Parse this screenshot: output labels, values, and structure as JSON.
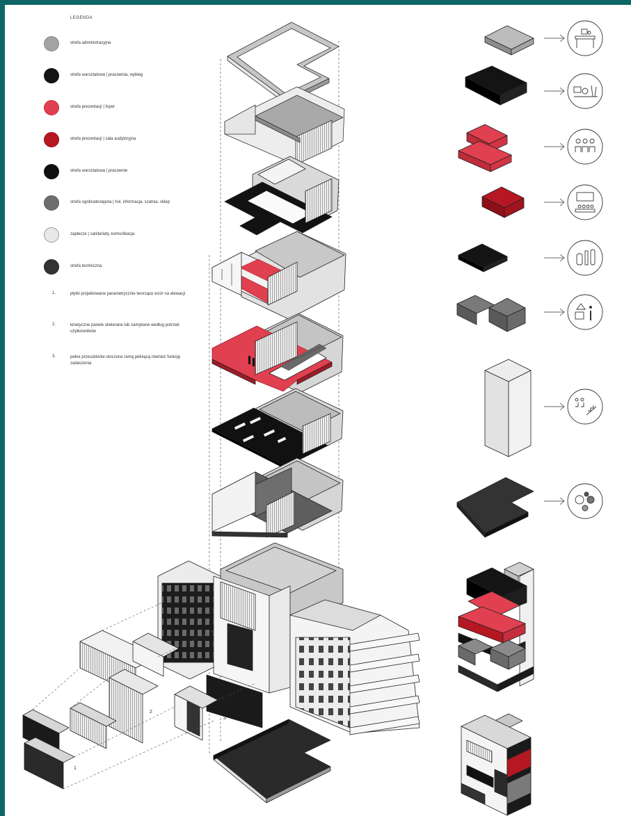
{
  "legend": {
    "title": "LEGENDA",
    "items": [
      {
        "label": "strefa administracyjna",
        "color": "#a3a3a3",
        "border": "#8a8a8a"
      },
      {
        "label": "strefa warsztatowa | pracownia, wybieg",
        "color": "#141414",
        "border": "#141414"
      },
      {
        "label": "strefa prezentacji | foyer",
        "color": "#e0404f",
        "border": "#c8303e"
      },
      {
        "label": "strefa prezentacji | sala audytoryjna",
        "color": "#b51823",
        "border": "#9a121b"
      },
      {
        "label": "strefa warsztatowa | pracownie",
        "color": "#101010",
        "border": "#101010"
      },
      {
        "label": "strefa ogólnodostępna | hol, informacja, szatnia, sklep",
        "color": "#6e6e6e",
        "border": "#5a5a5a"
      },
      {
        "label": "zaplecze | sanitariaty, komunikacja",
        "color": "#e8e8e8",
        "border": "#9a9a9a"
      },
      {
        "label": "strefa techniczna",
        "color": "#333333",
        "border": "#222222"
      }
    ],
    "notes": [
      {
        "num": "1.",
        "text": "płytki projektowane parametrycznie tworzące wzór na elewacji"
      },
      {
        "num": "2.",
        "text": "kinetyczne panele otwierane lub zamykane według potrzeb użytkowników"
      },
      {
        "num": "3.",
        "text": "pełne przeszklenie otoczone ramą pełniącą również funkcję zadaszenia"
      }
    ]
  },
  "facade_labels": [
    "1",
    "2",
    "3"
  ],
  "colors": {
    "admin": "#a3a3a3",
    "workshop": "#141414",
    "foyer": "#e0404f",
    "auditorium": "#b51823",
    "public": "#6e6e6e",
    "service": "#e8e8e8",
    "technical": "#333333",
    "frame": "#0e6566"
  },
  "icons": [
    "desk-icon",
    "workshop-tools-icon",
    "audience-icon",
    "auditorium-screen-icon",
    "workshop-equipment-icon",
    "information-icon",
    "sanitary-communication-icon",
    "technical-gears-icon"
  ]
}
